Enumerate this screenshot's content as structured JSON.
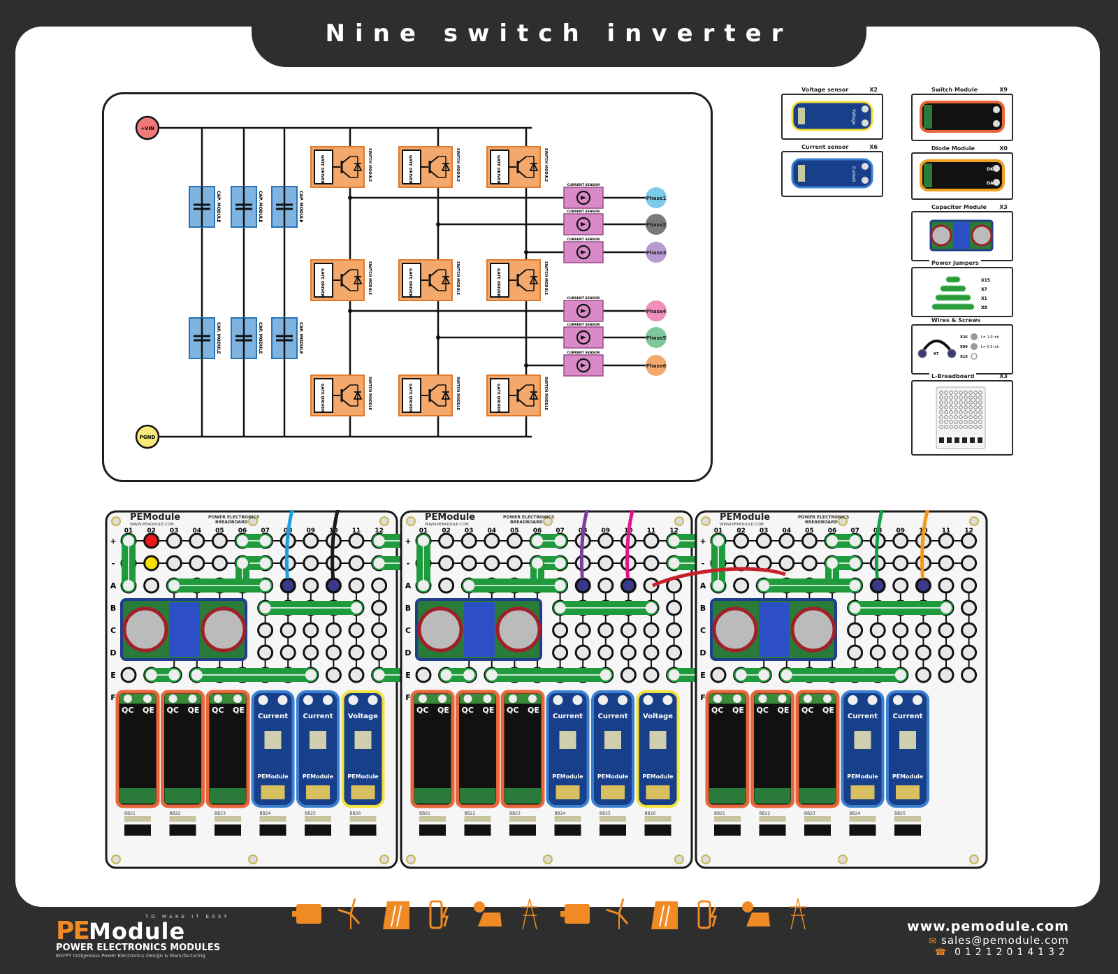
{
  "header": {
    "title": "Nine switch inverter"
  },
  "schematic": {
    "vin_label": "+VIN",
    "gnd_label": "PGND",
    "cap_label": "CAP. MODULE",
    "gate_driver_label": "GATE DRIVER",
    "switch_module_label": "SWITCH MODULE",
    "current_sensor_label": "CURRENT SENSOR",
    "phases": [
      {
        "label": "Phase1",
        "color": "#7ccbe9"
      },
      {
        "label": "Phase2",
        "color": "#7a7a7a"
      },
      {
        "label": "Phase3",
        "color": "#b79ad0"
      },
      {
        "label": "Phase4",
        "color": "#f08fb9"
      },
      {
        "label": "Phase5",
        "color": "#7fc79a"
      },
      {
        "label": "Phase6",
        "color": "#f4a86b"
      }
    ]
  },
  "legend": {
    "items": [
      {
        "title": "Voltage sensor",
        "qty": "X2"
      },
      {
        "title": "Switch Module",
        "qty": "X9"
      },
      {
        "title": "Current sensor",
        "qty": "X6"
      },
      {
        "title": "Diode Module",
        "qty": "X0"
      },
      {
        "title": "Capacitor Module",
        "qty": "X3"
      },
      {
        "title": "Power Jumpers",
        "qty": ""
      },
      {
        "title": "Wires & Screws",
        "qty": ""
      },
      {
        "title": "L-Breadboard",
        "qty": "X3"
      }
    ],
    "jumpers": [
      "X15",
      "X7",
      "X1",
      "X8"
    ],
    "wires": {
      "wire_qty": "X7",
      "screw_a": "X26",
      "screw_a_len": "L= 1.0 inh",
      "screw_b": "X99",
      "screw_b_len": "L= 0.5 inh",
      "washer": "X16"
    },
    "voltage_text": "Voltage",
    "current_text": "Current",
    "diode_dk": "DK",
    "diode_da": "DA"
  },
  "breadboards": {
    "brand": "PEModule",
    "website": "WWW.PEMODULE.COM",
    "subtitle_1": "POWER ELECTRONICS",
    "subtitle_2": "BREADBOARD",
    "columns": [
      "01",
      "02",
      "03",
      "04",
      "05",
      "06",
      "07",
      "08",
      "09",
      "10",
      "11",
      "12"
    ],
    "rows": [
      "+",
      "-",
      "A",
      "B",
      "C",
      "D",
      "E",
      "F"
    ],
    "qc": "QC",
    "qe": "QE",
    "current": "Current",
    "voltage": "Voltage",
    "slots": [
      "BB21",
      "BB22",
      "BB23",
      "BB24",
      "BB25",
      "BB26"
    ],
    "boards": [
      {
        "modules": [
          "switch",
          "switch",
          "switch",
          "current",
          "current",
          "voltage"
        ],
        "wires": [
          {
            "col": 8,
            "color": "#1ea0e0"
          },
          {
            "col": 10,
            "color": "#1a1a1a"
          }
        ]
      },
      {
        "modules": [
          "switch",
          "switch",
          "switch",
          "current",
          "current",
          "voltage"
        ],
        "wires": [
          {
            "col": 8,
            "color": "#7b3fa0"
          },
          {
            "col": 10,
            "color": "#e0168c"
          }
        ]
      },
      {
        "modules": [
          "switch",
          "switch",
          "switch",
          "current",
          "current"
        ],
        "wires": [
          {
            "col": 8,
            "color": "#17a04a"
          },
          {
            "col": 10,
            "color": "#f39a1e"
          }
        ]
      }
    ]
  },
  "footer": {
    "brand_pe": "PE",
    "brand_module": "Module",
    "tagline": "TO MAKE IT EASY",
    "subtitle": "POWER ELECTRONICS MODULES",
    "subtitle2": "EGYPT Indigenous Power Electronics Design & Manufacturing",
    "website": "www.pemodule.com",
    "email": "sales@pemodule.com",
    "phone": "01212014132",
    "application_icons": [
      "motor-icon",
      "wind-turbine-icon",
      "dam-icon",
      "battery-icon",
      "solar-panel-icon",
      "power-tower-icon",
      "motor-icon",
      "wind-turbine-icon",
      "dam-icon",
      "battery-icon",
      "solar-panel-icon",
      "power-tower-icon"
    ]
  },
  "colors": {
    "accent": "#f08a24",
    "dark": "#2e2e2e",
    "switch": "#f4a86b",
    "cap": "#7fb4e0",
    "sensor": "#d98bc8",
    "green": "#1f9a3c",
    "pcb_blue": "#173f8a"
  }
}
